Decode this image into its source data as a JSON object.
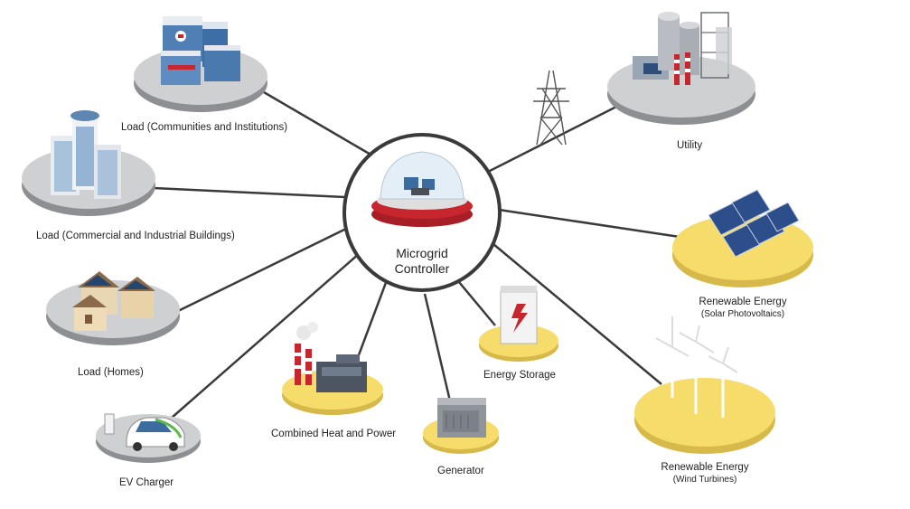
{
  "center": {
    "line1": "Microgrid",
    "line2": "Controller"
  },
  "nodes": {
    "load_communities": "Load (Communities and Institutions)",
    "load_commercial": "Load (Commercial and Industrial Buildings)",
    "load_homes": "Load (Homes)",
    "ev_charger": "EV Charger",
    "chp": "Combined Heat and Power",
    "generator": "Generator",
    "energy_storage": "Energy Storage",
    "utility": "Utility",
    "solar_title": "Renewable Energy",
    "solar_sub": "(Solar Photovoltaics)",
    "wind_title": "Renewable Energy",
    "wind_sub": "(Wind Turbines)"
  },
  "colors": {
    "gray_platform": "#cfd0d2",
    "yellow_platform": "#f6dd6b",
    "line": "#3a3a3a",
    "controller_red": "#c8262f"
  }
}
